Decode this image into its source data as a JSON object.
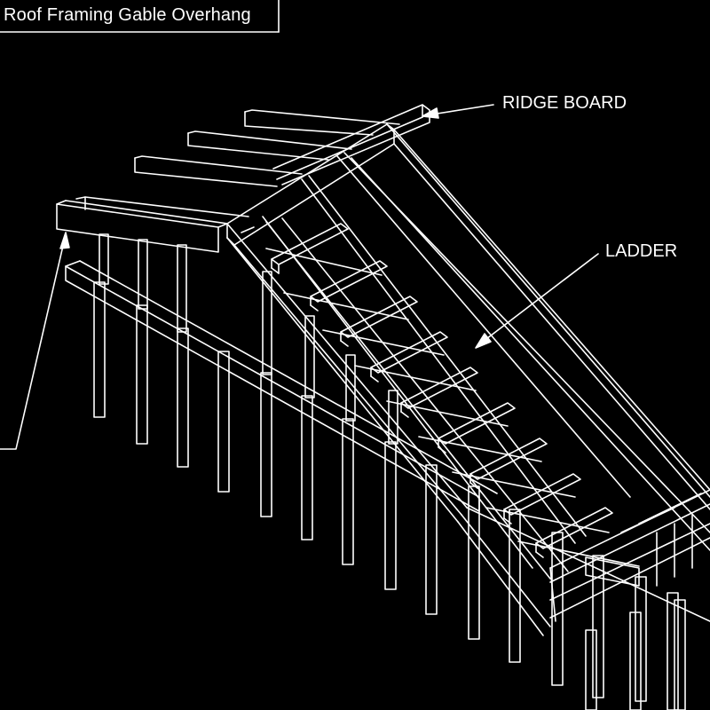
{
  "title": "Roof Framing Gable Overhang",
  "labels": {
    "ridge_board": "RIDGE BOARD",
    "ladder": "LADDER"
  },
  "colors": {
    "background": "#000000",
    "linework": "#ffffff"
  }
}
